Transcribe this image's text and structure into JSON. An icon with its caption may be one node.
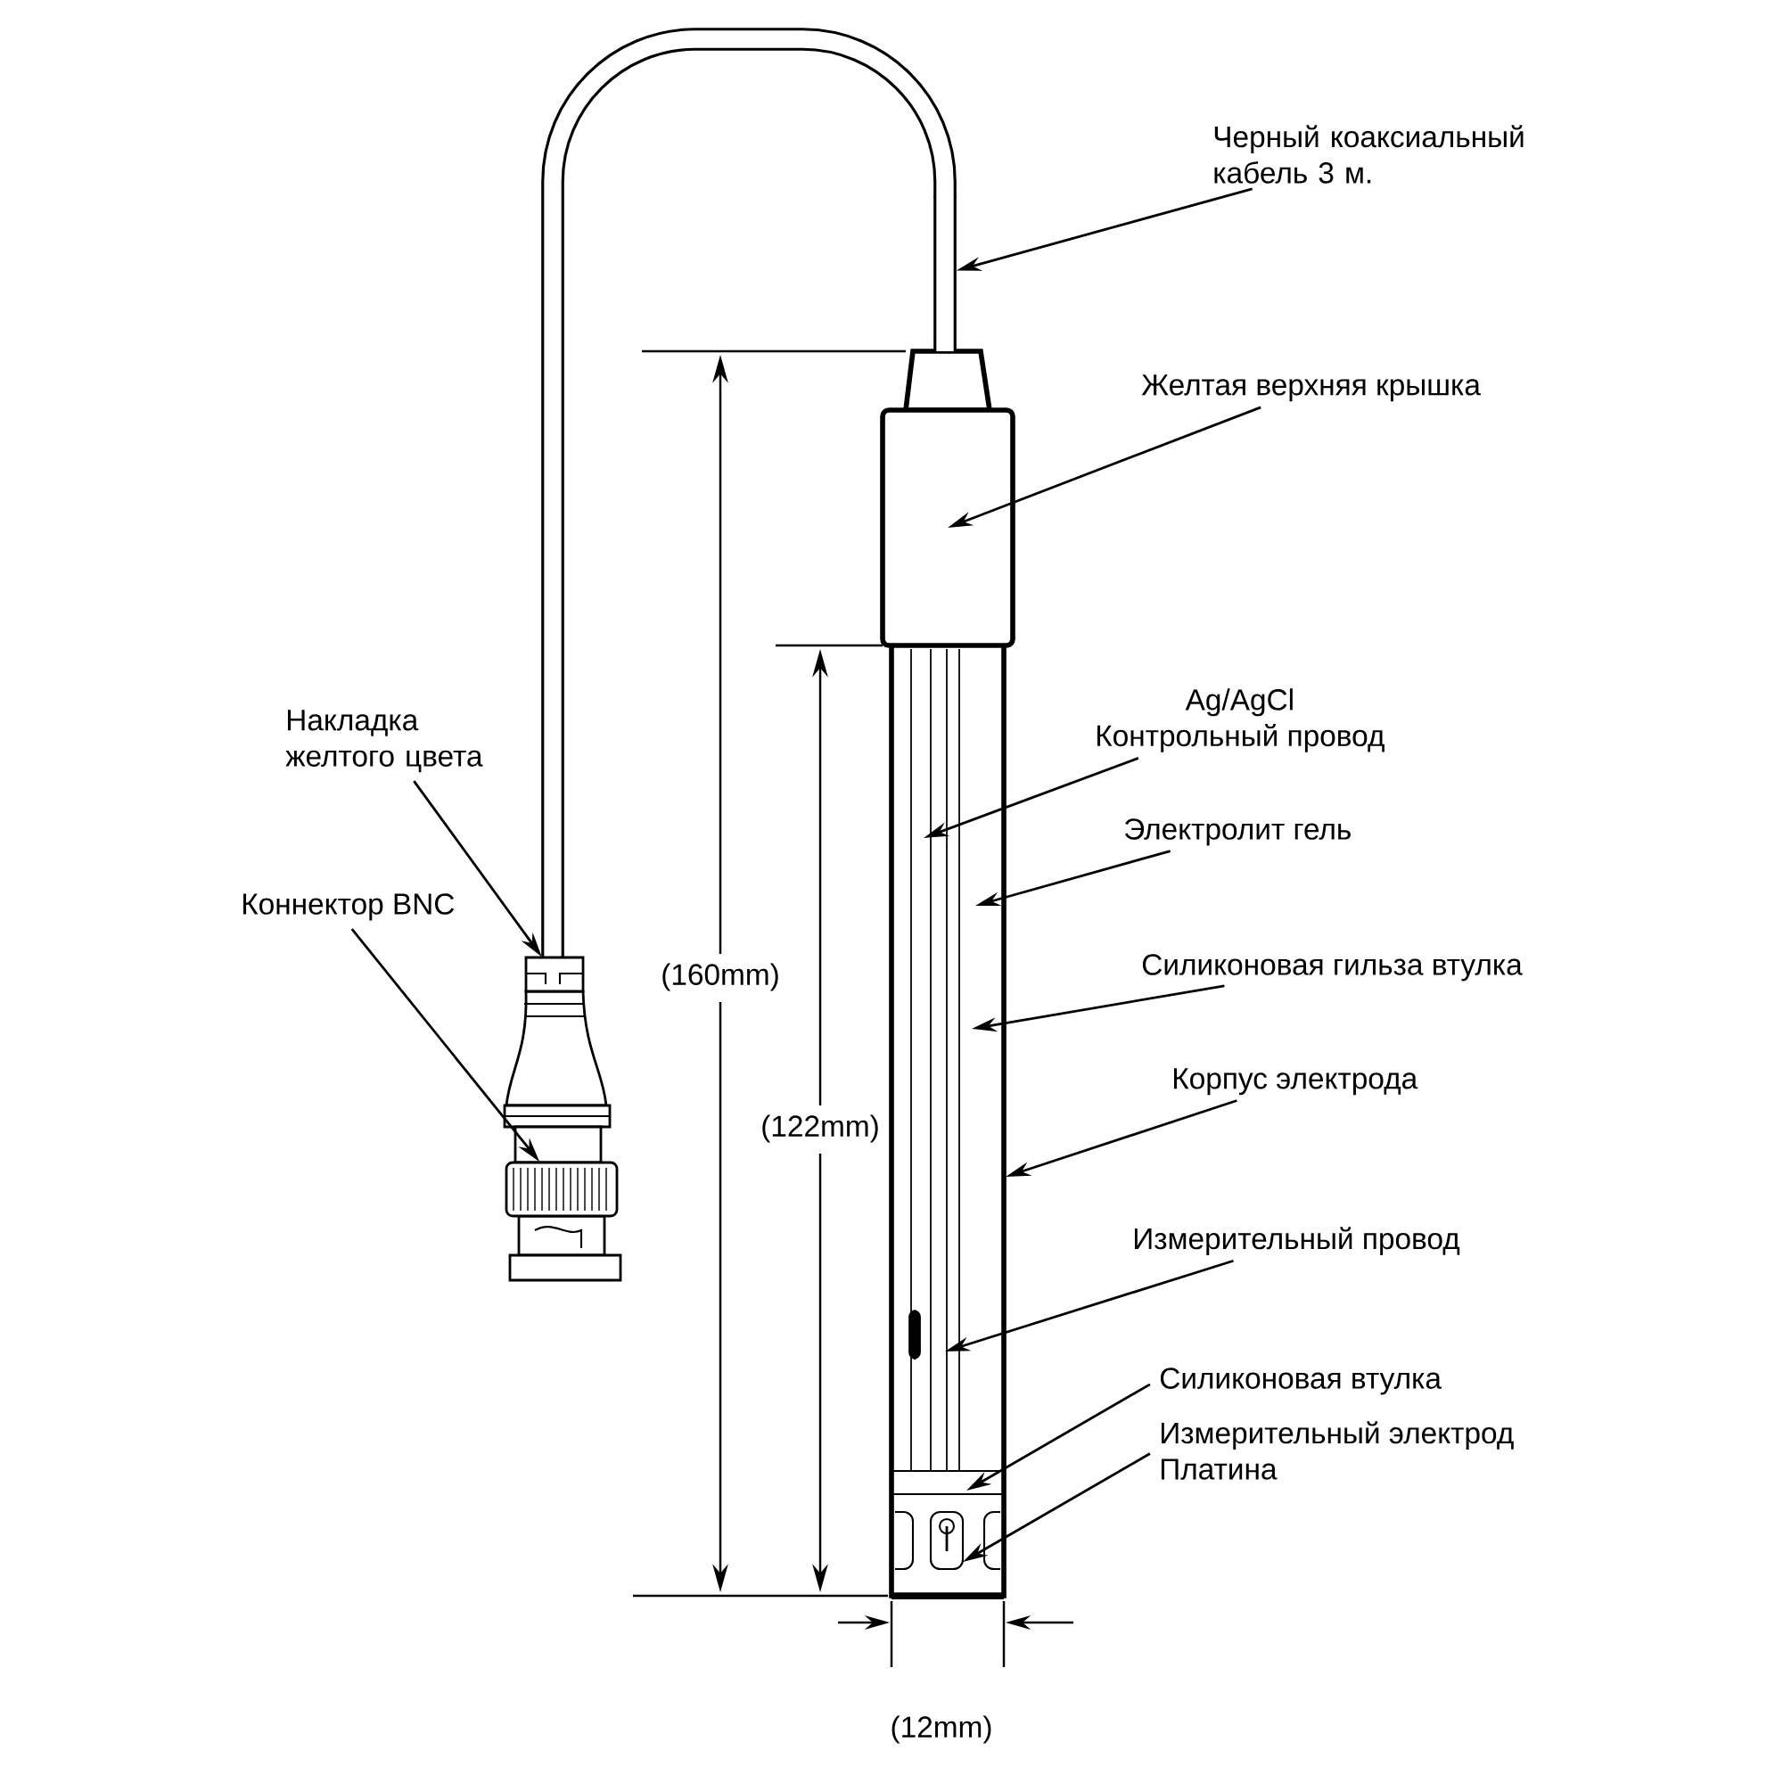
{
  "diagram": {
    "nodes": [
      {
        "text": [
          "Черный коаксиальный кабель 3 м."
        ]
      },
      {
        "text": [
          "Желтая верхняя крышка"
        ]
      },
      {
        "text": [
          "Накладка желтого цвета"
        ]
      },
      {
        "text": [
          "Ag/AgCl",
          "Контрольный провод"
        ]
      },
      {
        "text": [
          "Электролит гель"
        ]
      },
      {
        "text": [
          "Коннектор BNC"
        ]
      },
      {
        "text": [
          "Силиконовая гильза втулка"
        ]
      },
      {
        "text": [
          "Корпус электрода"
        ]
      },
      {
        "text": [
          "Измерительный провод"
        ]
      },
      {
        "text": [
          "Силиконовая втулка"
        ]
      },
      {
        "text": [
          "Измерительный электрод",
          "Платина"
        ]
      },
      {
        "text": [],
        "shape": "picture"
      },
      {
        "text": [],
        "shape": "box"
      },
      {
        "text": [],
        "shape": "picture"
      },
      {
        "text": [],
        "shape": "picture"
      },
      {
        "text": [],
        "shape": "picture"
      }
    ],
    "edges": [
      {
        "from": 0,
        "to": 11,
        "arrow": "to"
      },
      {
        "from": 1,
        "to": 12,
        "arrow": "to"
      },
      {
        "from": 2,
        "to": 13,
        "arrow": "to"
      },
      {
        "from": 3,
        "to": 15,
        "arrow": "to"
      },
      {
        "from": 4,
        "to": 15,
        "arrow": "to"
      },
      {
        "from": 5,
        "to": 14,
        "arrow": "to"
      },
      {
        "from": 6,
        "to": 15,
        "arrow": "to"
      },
      {
        "from": 7,
        "to": 15,
        "arrow": "to"
      },
      {
        "from": 8,
        "to": 15,
        "arrow": "to"
      },
      {
        "from": 9,
        "to": 15,
        "arrow": "to"
      },
      {
        "from": 10,
        "to": 15,
        "arrow": "to"
      }
    ],
    "labels": [
      "(160mm)",
      "(122mm)",
      "(12mm)"
    ]
  }
}
